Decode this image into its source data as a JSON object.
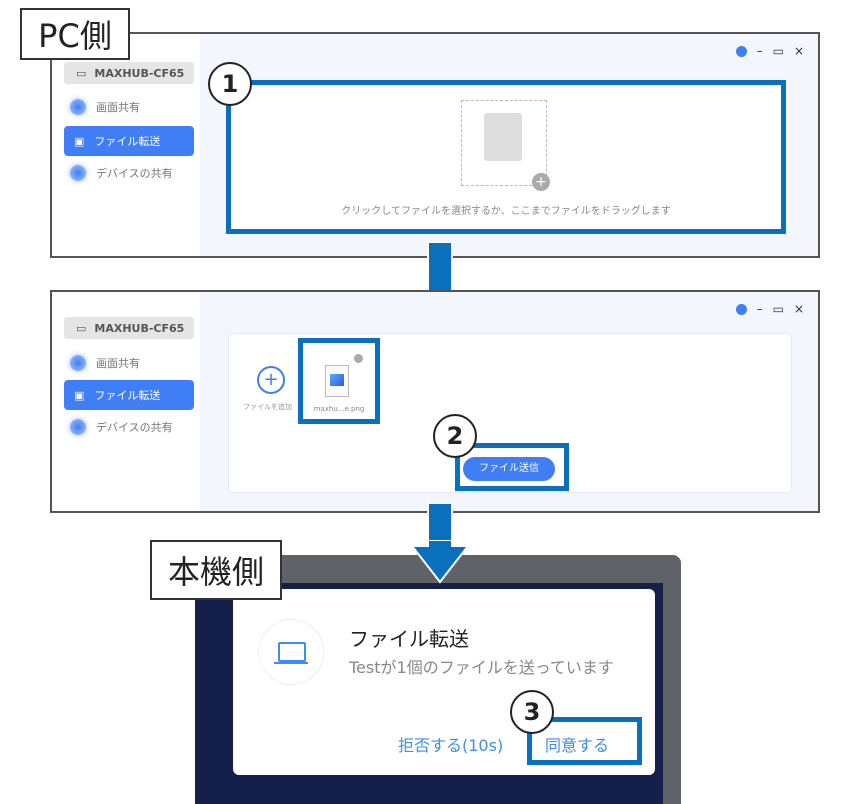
{
  "labels": {
    "pc_side": "PC側",
    "device_side": "本機側"
  },
  "steps": [
    "1",
    "2",
    "3"
  ],
  "pc_app": {
    "device_name": "MAXHUB-CF65",
    "nav": [
      {
        "label": "画面共有"
      },
      {
        "label": "ファイル転送",
        "active": true
      },
      {
        "label": "デバイスの共有"
      }
    ],
    "window_controls": {
      "minimize": "–",
      "maximize": "▭",
      "close": "×"
    },
    "drop_hint": "クリックしてファイルを選択するか、ここまでファイルをドラッグします",
    "add_file_label": "ファイルを追加",
    "file_name": "maxhu...e.png",
    "send_button": "ファイル送信"
  },
  "device_dialog": {
    "title": "ファイル転送",
    "message": "Testが1個のファイルを送っています",
    "reject": "拒否する(10s)",
    "accept": "同意する"
  },
  "colors": {
    "accent": "#3f7ef5",
    "highlight": "#0a6fbd"
  }
}
